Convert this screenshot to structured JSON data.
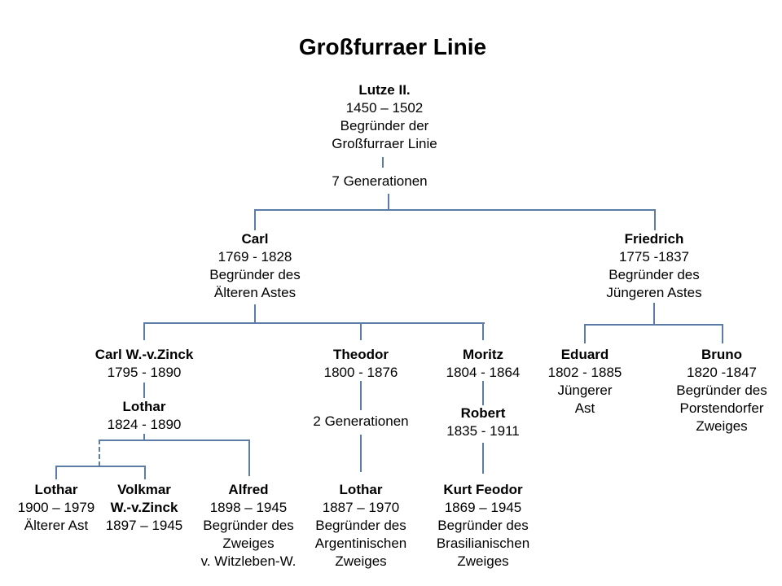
{
  "title": "Großfurraer Linie",
  "colors": {
    "background": "#ffffff",
    "text": "#000000",
    "connector": "#5b7ca6"
  },
  "connector_labels": {
    "gen7": "7 Generationen",
    "gen2": "2 Generationen"
  },
  "persons": {
    "lutze": {
      "name": "Lutze II.",
      "dates": "1450 – 1502",
      "desc": [
        "Begründer der",
        "Großfurraer Linie"
      ]
    },
    "carl": {
      "name": "Carl",
      "dates": "1769 - 1828",
      "desc": [
        "Begründer des",
        "Älteren Astes"
      ]
    },
    "friedrich": {
      "name": "Friedrich",
      "dates": "1775 -1837",
      "desc": [
        "Begründer des",
        "Jüngeren Astes"
      ]
    },
    "carl_wvz": {
      "name": "Carl W.-v.Zinck",
      "dates": "1795 - 1890",
      "desc": []
    },
    "theodor": {
      "name": "Theodor",
      "dates": "1800 - 1876",
      "desc": []
    },
    "moritz": {
      "name": "Moritz",
      "dates": "1804 - 1864",
      "desc": []
    },
    "eduard": {
      "name": "Eduard",
      "dates": "1802 - 1885",
      "desc": [
        "Jüngerer",
        "Ast"
      ]
    },
    "bruno": {
      "name": "Bruno",
      "dates": "1820 -1847",
      "desc": [
        "Begründer des",
        "Porstendorfer",
        "Zweiges"
      ]
    },
    "lothar_1824": {
      "name": "Lothar",
      "dates": "1824 - 1890",
      "desc": []
    },
    "lothar_1900": {
      "name": "Lothar",
      "dates": "1900 – 1979",
      "desc": [
        "Älterer Ast"
      ]
    },
    "volkmar": {
      "name": "Volkmar",
      "name2": "W.-v.Zinck",
      "dates": "1897 – 1945",
      "desc": []
    },
    "alfred": {
      "name": "Alfred",
      "dates": "1898 – 1945",
      "desc": [
        "Begründer des",
        "Zweiges",
        "v. Witzleben-W."
      ]
    },
    "lothar_1887": {
      "name": "Lothar",
      "dates": "1887 – 1970",
      "desc": [
        "Begründer des",
        "Argentinischen",
        "Zweiges"
      ]
    },
    "robert": {
      "name": "Robert",
      "dates": "1835 - 1911",
      "desc": []
    },
    "kurt_feodor": {
      "name": "Kurt Feodor",
      "dates": "1869 – 1945",
      "desc": [
        "Begründer des",
        "Brasilianischen",
        "Zweiges"
      ]
    }
  },
  "tree_edges": [
    "lutze -(7 Generationen)-> carl",
    "lutze -(7 Generationen)-> friedrich",
    "carl -> carl_wvz",
    "carl -> theodor",
    "carl -> moritz",
    "friedrich -> eduard",
    "friedrich -> bruno",
    "carl_wvz -> lothar_1824",
    "lothar_1824 -(dashed)-> lothar_1900",
    "lothar_1824 -(dashed)-> volkmar",
    "lothar_1824 -> alfred",
    "theodor -(2 Generationen)-> lothar_1887",
    "moritz -> robert",
    "robert -> kurt_feodor"
  ]
}
